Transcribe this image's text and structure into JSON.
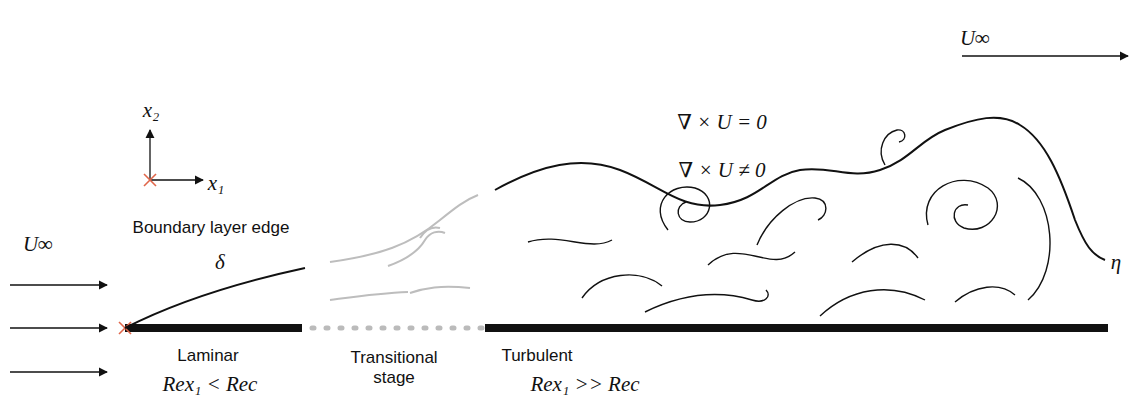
{
  "diagram": {
    "labels": [
      "U∞",
      "∇ × U = 0",
      "η",
      "∇ × U ≠ 0",
      "x₂",
      "x₁",
      "Boundary layer edge",
      "U∞",
      "δ",
      "Laminar",
      "Rex₁ < Rec",
      "Transitional stage",
      "Turbulent",
      "Rex₁ >> Rec"
    ]
  }
}
